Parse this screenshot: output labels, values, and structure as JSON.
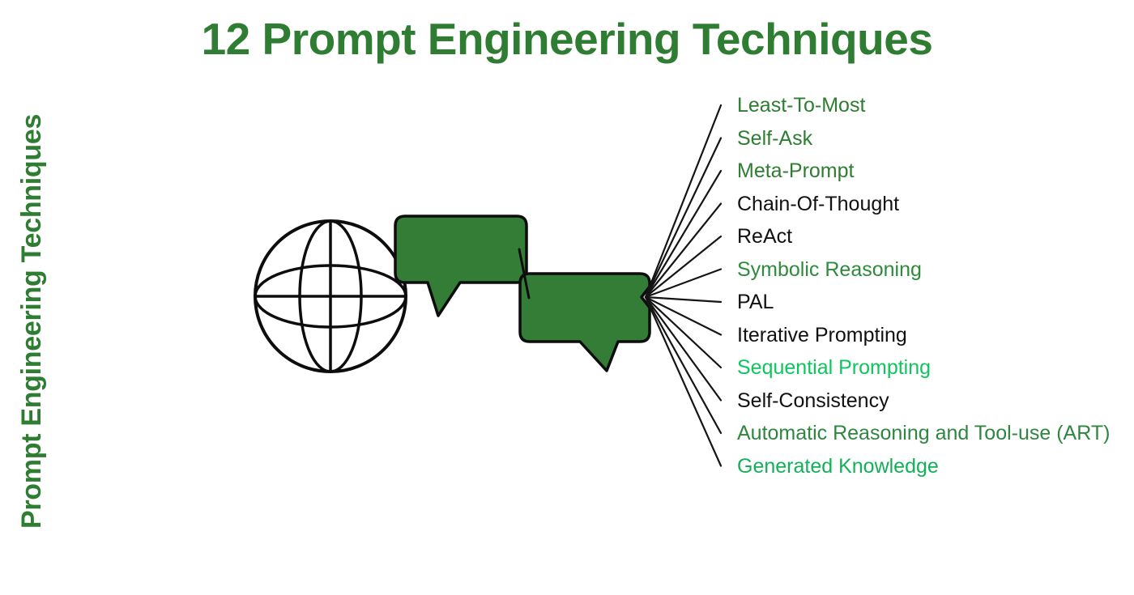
{
  "title": "12 Prompt Engineering Techniques",
  "side_label": "Prompt Engineering Techniques",
  "colors": {
    "title_green": "#2e7d32",
    "side_label_green": "#2e7d32",
    "bubble_green": "#337d37",
    "outline_black": "#0d0d0d",
    "fan_line_black": "#151515",
    "dark_green_item": "#2e7d32",
    "medium_green_item": "#2e8b3c",
    "bright_green_item": "#0ec55f",
    "black_item": "#111111"
  },
  "icons": [
    "globe-icon",
    "speech-bubble-icon",
    "speech-bubble-icon",
    "slash-mark-icon"
  ],
  "techniques": [
    {
      "label": "Least-To-Most",
      "color": "#2e7d32"
    },
    {
      "label": "Self-Ask",
      "color": "#2e7d32"
    },
    {
      "label": "Meta-Prompt",
      "color": "#2e7d32"
    },
    {
      "label": "Chain-Of-Thought",
      "color": "#111111"
    },
    {
      "label": "ReAct",
      "color": "#111111"
    },
    {
      "label": "Symbolic Reasoning",
      "color": "#2e8b3c"
    },
    {
      "label": "PAL",
      "color": "#111111"
    },
    {
      "label": "Iterative Prompting",
      "color": "#111111"
    },
    {
      "label": "Sequential Prompting",
      "color": "#0ec55f"
    },
    {
      "label": "Self-Consistency",
      "color": "#111111"
    },
    {
      "label": "Automatic Reasoning and Tool-use (ART)",
      "color": "#2f8641"
    },
    {
      "label": "Generated Knowledge",
      "color": "#13b157"
    }
  ]
}
